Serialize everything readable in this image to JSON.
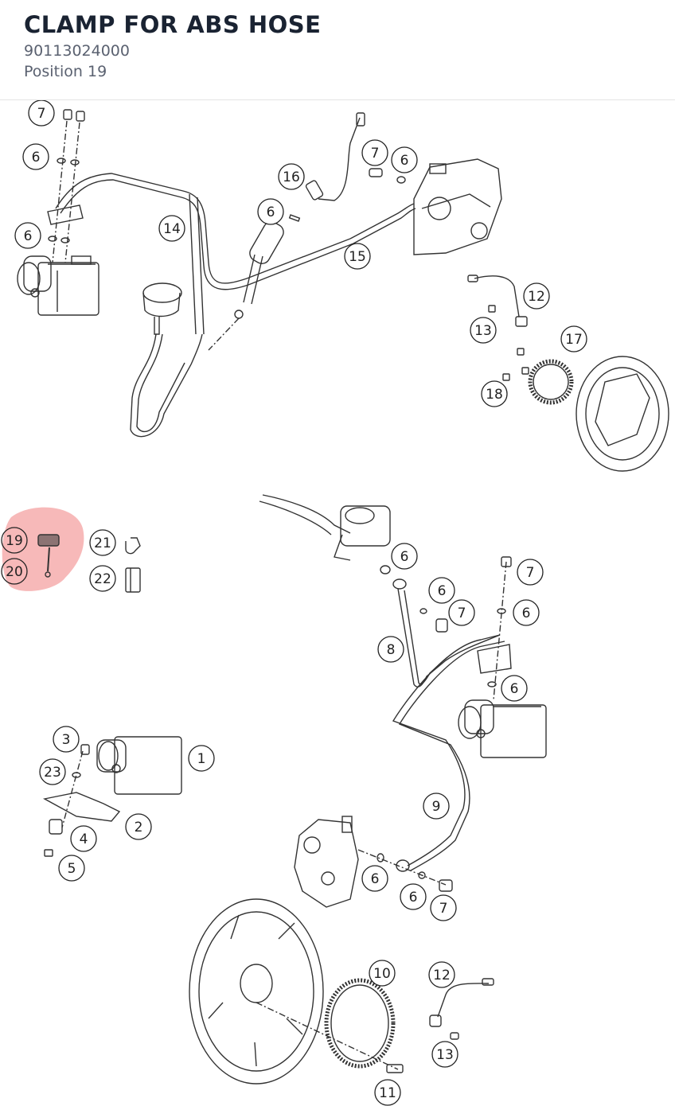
{
  "header": {
    "title": "CLAMP FOR ABS HOSE",
    "part_number": "90113024000",
    "position": "Position 19"
  },
  "diagram": {
    "highlight_color": "#f08080",
    "callouts": [
      "7",
      "6",
      "6",
      "14",
      "16",
      "6",
      "7",
      "6",
      "15",
      "12",
      "13",
      "17",
      "18",
      "19",
      "20",
      "21",
      "22",
      "6",
      "6",
      "7",
      "7",
      "6",
      "8",
      "6",
      "3",
      "23",
      "1",
      "2",
      "4",
      "5",
      "9",
      "6",
      "6",
      "7",
      "10",
      "12",
      "13",
      "11"
    ]
  }
}
